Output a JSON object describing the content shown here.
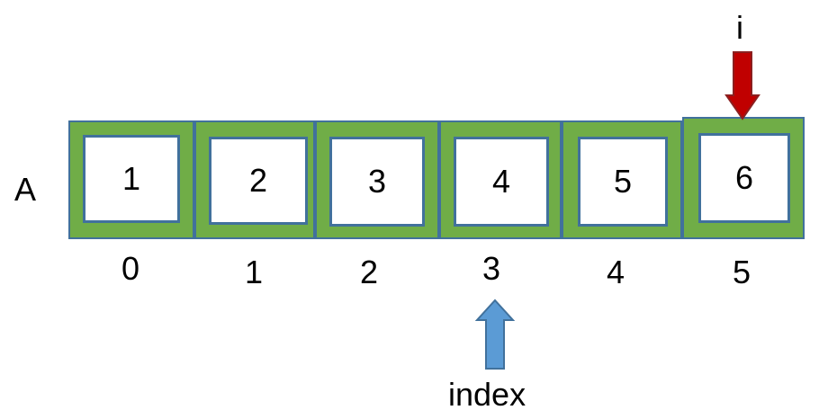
{
  "array_name": "A",
  "cells": [
    {
      "value": "1",
      "index": "0"
    },
    {
      "value": "2",
      "index": "1"
    },
    {
      "value": "3",
      "index": "2"
    },
    {
      "value": "4",
      "index": "3"
    },
    {
      "value": "5",
      "index": "4"
    },
    {
      "value": "6",
      "index": "5"
    }
  ],
  "pointers": {
    "i": {
      "label": "i",
      "points_to_index": 5,
      "color": "#c00000"
    },
    "index": {
      "label": "index",
      "points_to_index": 3,
      "color": "#5b9bd5"
    }
  },
  "colors": {
    "cell_fill": "#70ad47",
    "cell_border": "#41719c",
    "inner_fill": "#ffffff"
  }
}
